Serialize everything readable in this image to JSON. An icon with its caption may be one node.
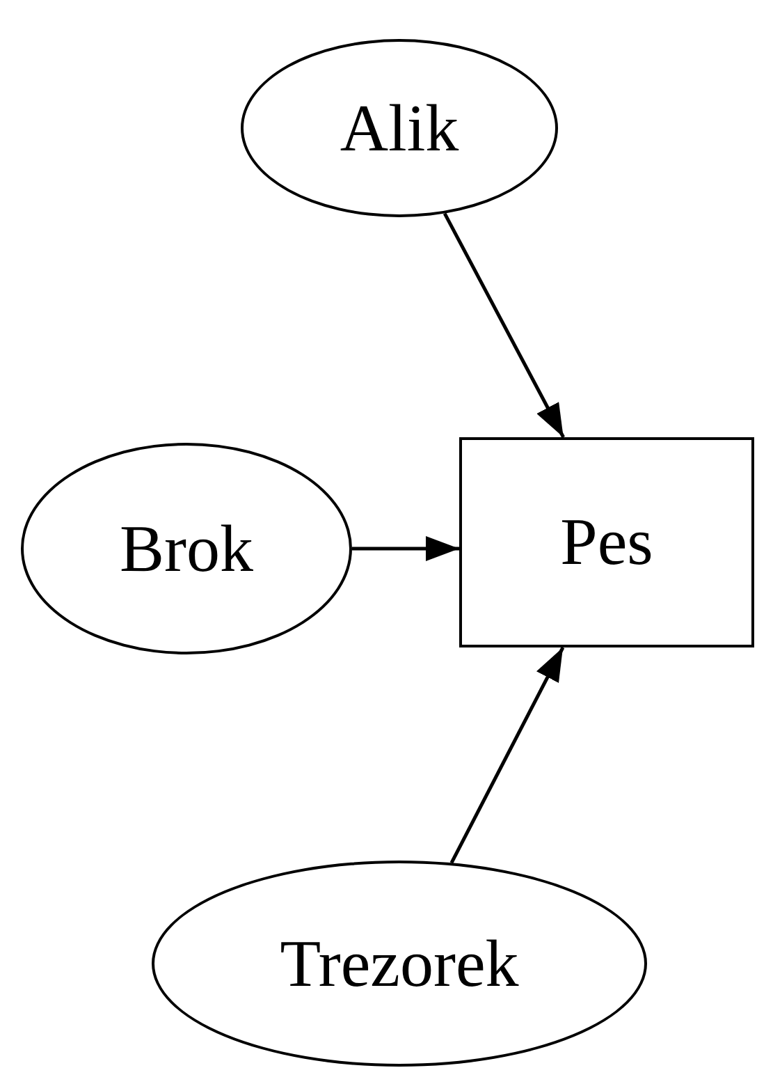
{
  "diagram": {
    "nodes": [
      {
        "text": [
          "Alik"
        ]
      },
      {
        "text": [
          "Brok"
        ]
      },
      {
        "text": [
          "Pes"
        ]
      },
      {
        "text": [
          "Trezorek"
        ]
      }
    ],
    "edges": [
      {
        "from": 0,
        "to": 2,
        "arrow": "to"
      },
      {
        "from": 1,
        "to": 2,
        "arrow": "to"
      },
      {
        "from": 3,
        "to": 2,
        "arrow": "to"
      }
    ]
  }
}
